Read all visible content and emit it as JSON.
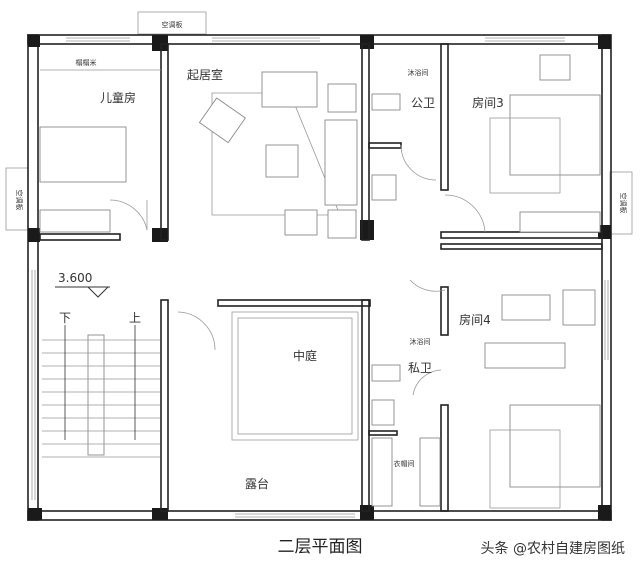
{
  "plan": {
    "title": "二层平面图",
    "watermark": "头条 @农村自建房图纸",
    "level": "3.600",
    "rooms": {
      "children_room": "儿童房",
      "tatami": "榻榻米",
      "living_room": "起居室",
      "public_bath": "公卫",
      "shower_1": "沐浴间",
      "room3": "房间3",
      "room4": "房间4",
      "private_bath": "私卫",
      "shower_2": "沐浴间",
      "walk_in_closet": "衣帽间",
      "courtyard": "中庭",
      "terrace": "露台"
    },
    "ac_boards": [
      "空调板",
      "空调板",
      "空调板"
    ],
    "stairs": {
      "down": "下",
      "up": "上"
    }
  }
}
